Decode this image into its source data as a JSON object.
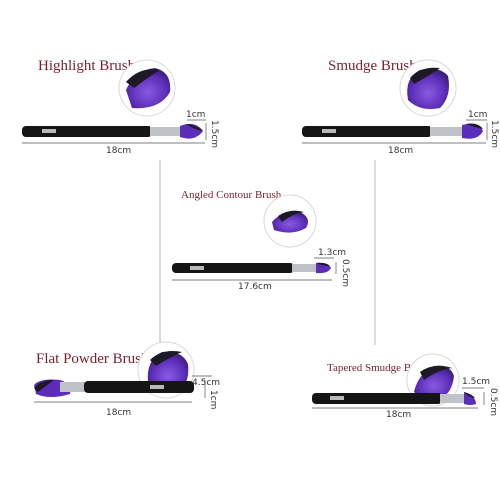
{
  "brushes": [
    {
      "name": "Highlight Brush",
      "length": "18cm",
      "head_width": "1cm",
      "head_height": "1.5cm"
    },
    {
      "name": "Smudge Brush",
      "length": "18cm",
      "head_width": "1cm",
      "head_height": "1.5cm"
    },
    {
      "name": "Angled Contour Brush",
      "length": "17.6cm",
      "head_width": "1.3cm",
      "head_height": "0.5cm"
    },
    {
      "name": "Flat Powder Brush",
      "length": "18cm",
      "head_width": "4.5cm",
      "head_height": "1cm"
    },
    {
      "name": "Tapered Smudge Brush",
      "length": "18cm",
      "head_width": "1.5cm",
      "head_height": "0.5cm"
    }
  ],
  "colors": {
    "title": "#7a1f2b",
    "handle": "#151515",
    "ferrule": "#bfc3c8",
    "bristle_purple": "#5b2db8",
    "bristle_dark": "#1d1a26",
    "divider": "#b8b8b8"
  }
}
